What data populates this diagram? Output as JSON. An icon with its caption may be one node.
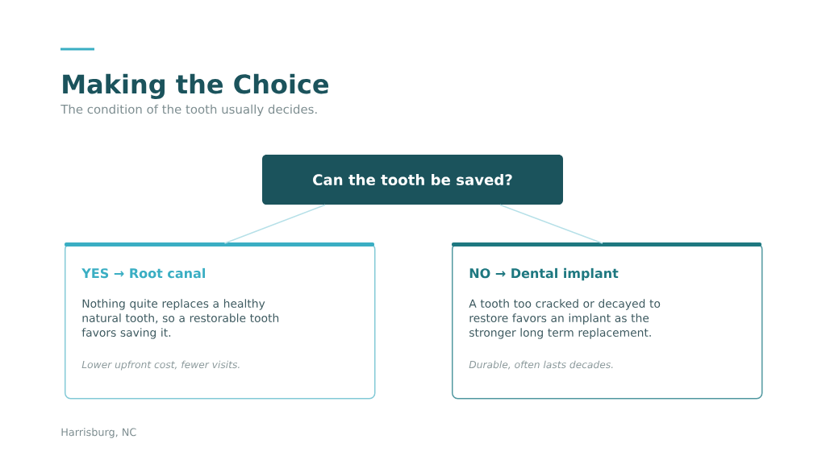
{
  "diagram": {
    "title": "Making the Choice",
    "nodes": [
      {
        "text": [
          "Can the tooth be saved?"
        ]
      },
      {
        "text": [
          "YES → Root canal",
          "Nothing quite replaces a healthy natural tooth, so a restorable tooth favors saving it.",
          "Lower upfront cost, fewer visits."
        ]
      },
      {
        "text": [
          "NO → Dental implant",
          "A tooth too cracked or decayed to restore favors an implant as the stronger long term replacement.",
          "Durable, often lasts decades."
        ]
      }
    ],
    "edges": [
      {
        "from": 0,
        "to": 1,
        "arrow": "none"
      },
      {
        "from": 0,
        "to": 2,
        "arrow": "none"
      }
    ],
    "labels": [
      "The condition of the tooth usually decides.",
      "Harrisburg, NC"
    ]
  }
}
